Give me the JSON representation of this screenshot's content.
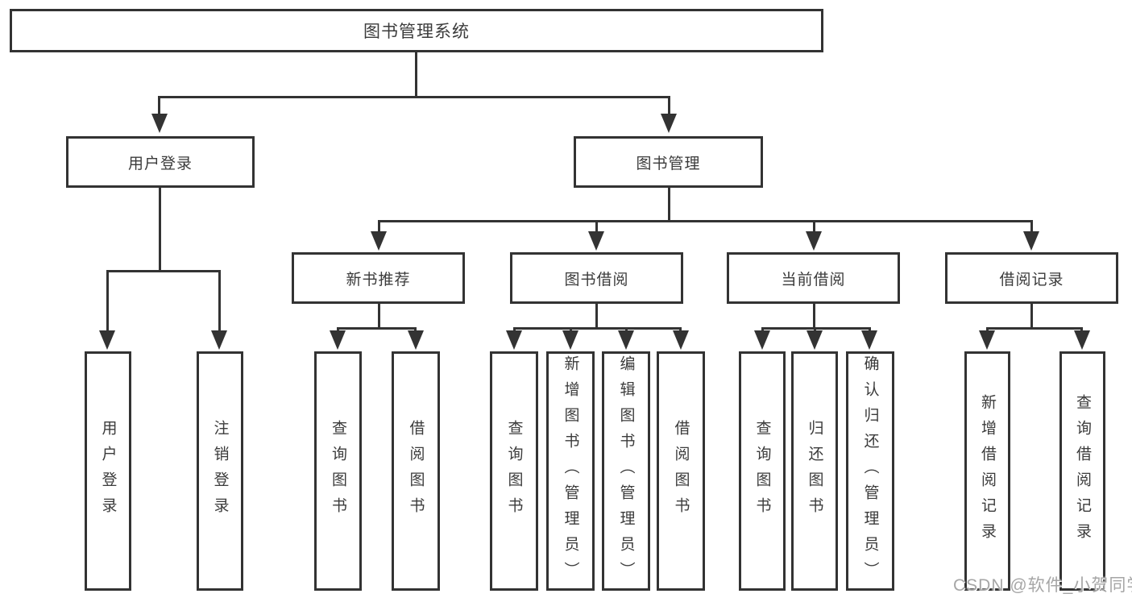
{
  "diagram": {
    "root": "图书管理系统",
    "branches": [
      {
        "label": "用户登录",
        "children": [
          "用户登录",
          "注销登录"
        ]
      },
      {
        "label": "图书管理",
        "sections": [
          {
            "label": "新书推荐",
            "children": [
              "查询图书",
              "借阅图书"
            ]
          },
          {
            "label": "图书借阅",
            "children": [
              "查询图书",
              "新增图书（管理员）",
              "编辑图书（管理员）",
              "借阅图书"
            ]
          },
          {
            "label": "当前借阅",
            "children": [
              "查询图书",
              "归还图书",
              "确认归还（管理员）"
            ]
          },
          {
            "label": "借阅记录",
            "children": [
              "新增借阅记录",
              "查询借阅记录"
            ]
          }
        ]
      }
    ]
  },
  "watermark": "CSDN @软件_小贺同学",
  "colors": {
    "line": "#333333",
    "text": "#3b3b3b",
    "watermark": "#a6a6a6",
    "background": "#ffffff"
  }
}
